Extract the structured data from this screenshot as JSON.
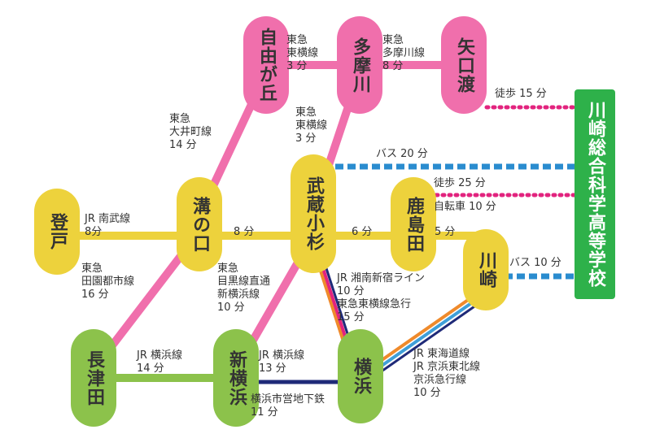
{
  "stations": {
    "jiyugaoka": "自由が丘",
    "tamagawa": "多摩川",
    "yaguchinowatashi": "矢口渡",
    "noborito": "登戸",
    "mizonokuchi": "溝の口",
    "musashikosugi": "武蔵小杉",
    "kashimada": "鹿島田",
    "kawasaki": "川崎",
    "nagatsuta": "長津田",
    "shinyokohama": "新横浜",
    "yokohama": "横浜"
  },
  "school": "川崎総合科学高等学校",
  "labels": {
    "jiyugaoka_tamagawa": [
      "東急",
      "東横線",
      "3 分"
    ],
    "tamagawa_yaguchi": [
      "東急",
      "多摩川線",
      "8 分"
    ],
    "walk_yaguchi": "徒歩 15 分",
    "oimachi": [
      "東急",
      "大井町線",
      "14 分"
    ],
    "toyoko_kosugi": [
      "東急",
      "東横線",
      "3 分"
    ],
    "bus_kosugi": "バス 20 分",
    "walk_kashimada": "徒歩 25 分",
    "bike_kashimada": "自転車 10 分",
    "nambu": [
      "JR 南武線",
      "8分"
    ],
    "mizonokuchi_kosugi": "8 分",
    "kosugi_kashimada": "6 分",
    "kashimada_kawasaki": "5 分",
    "bus_kawasaki": "バス 10 分",
    "denentoshi": [
      "東急",
      "田園都市線",
      "16 分"
    ],
    "meguro": [
      "東急",
      "目黒線直通",
      "新横浜線",
      "10 分"
    ],
    "shonan": [
      "JR 湘南新宿ライン",
      "10 分",
      "東急東横線急行",
      "15 分"
    ],
    "yokohamasen_1": [
      "JR 横浜線",
      "14 分"
    ],
    "yokohamasen_2": [
      "JR 横浜線",
      "13 分"
    ],
    "subway": [
      "横浜市営地下鉄",
      "11 分"
    ],
    "tokaido": [
      "JR 東海道線",
      "JR 京浜東北線",
      "京浜急行線",
      "10 分"
    ]
  },
  "colors": {
    "pink": "#f06fac",
    "yellow": "#edd23c",
    "green": "#8cc24b",
    "school_green": "#2eb14a",
    "bus_blue": "#2a8ccf",
    "walk_magenta": "#e2237e",
    "subway_navy": "#1f2a78",
    "jr_orange": "#ef8a2b",
    "tokaido_blue": "#3f9fd8"
  }
}
